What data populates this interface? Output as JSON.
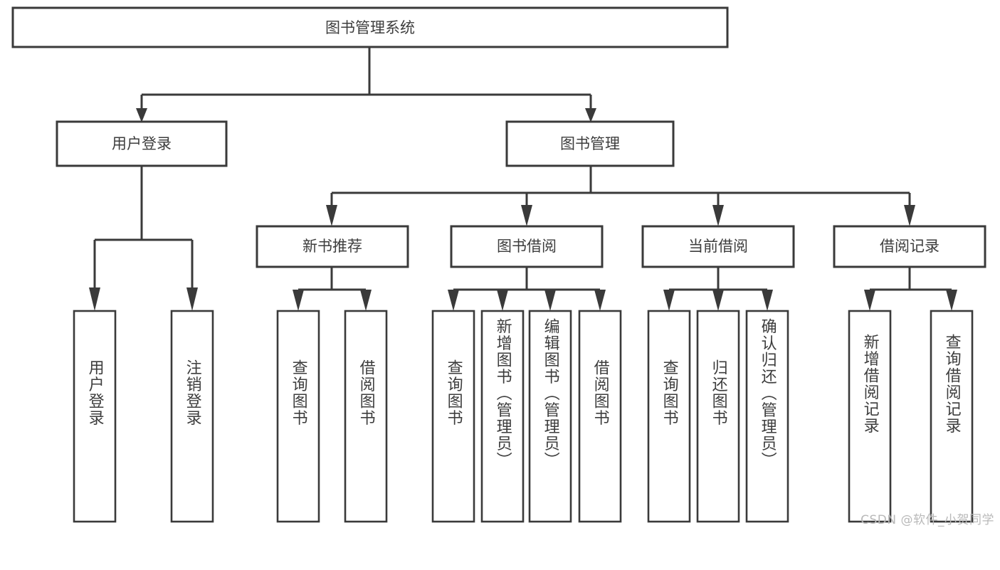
{
  "diagram": {
    "title": "图书管理系统",
    "type": "tree-hierarchy-diagram",
    "watermark": "CSDN @软件_小贺同学",
    "colors": {
      "stroke": "#3a3a3a",
      "fill": "#ffffff",
      "text": "#3d3d3d",
      "watermark": "#b9b9b9"
    },
    "root": {
      "label": "图书管理系统",
      "orientation": "horizontal"
    },
    "level2": [
      {
        "label": "用户登录",
        "orientation": "horizontal"
      },
      {
        "label": "图书管理",
        "orientation": "horizontal"
      }
    ],
    "level3": [
      {
        "label": "新书推荐",
        "orientation": "horizontal"
      },
      {
        "label": "图书借阅",
        "orientation": "horizontal"
      },
      {
        "label": "当前借阅",
        "orientation": "horizontal"
      },
      {
        "label": "借阅记录",
        "orientation": "horizontal"
      }
    ],
    "leaves": {
      "user_login": [
        {
          "label": "用户登录",
          "orientation": "vertical"
        },
        {
          "label": "注销登录",
          "orientation": "vertical"
        }
      ],
      "new_book_recommend": [
        {
          "label": "查询图书",
          "orientation": "vertical"
        },
        {
          "label": "借阅图书",
          "orientation": "vertical"
        }
      ],
      "book_borrow": [
        {
          "label": "查询图书",
          "orientation": "vertical"
        },
        {
          "label": "新增图书（管理员）",
          "orientation": "vertical"
        },
        {
          "label": "编辑图书（管理员）",
          "orientation": "vertical"
        },
        {
          "label": "借阅图书",
          "orientation": "vertical"
        }
      ],
      "current_borrow": [
        {
          "label": "查询图书",
          "orientation": "vertical"
        },
        {
          "label": "归还图书",
          "orientation": "vertical"
        },
        {
          "label": "确认归还（管理员）",
          "orientation": "vertical"
        }
      ],
      "borrow_record": [
        {
          "label": "新增借阅记录",
          "orientation": "vertical"
        },
        {
          "label": "查询借阅记录",
          "orientation": "vertical"
        }
      ]
    }
  }
}
